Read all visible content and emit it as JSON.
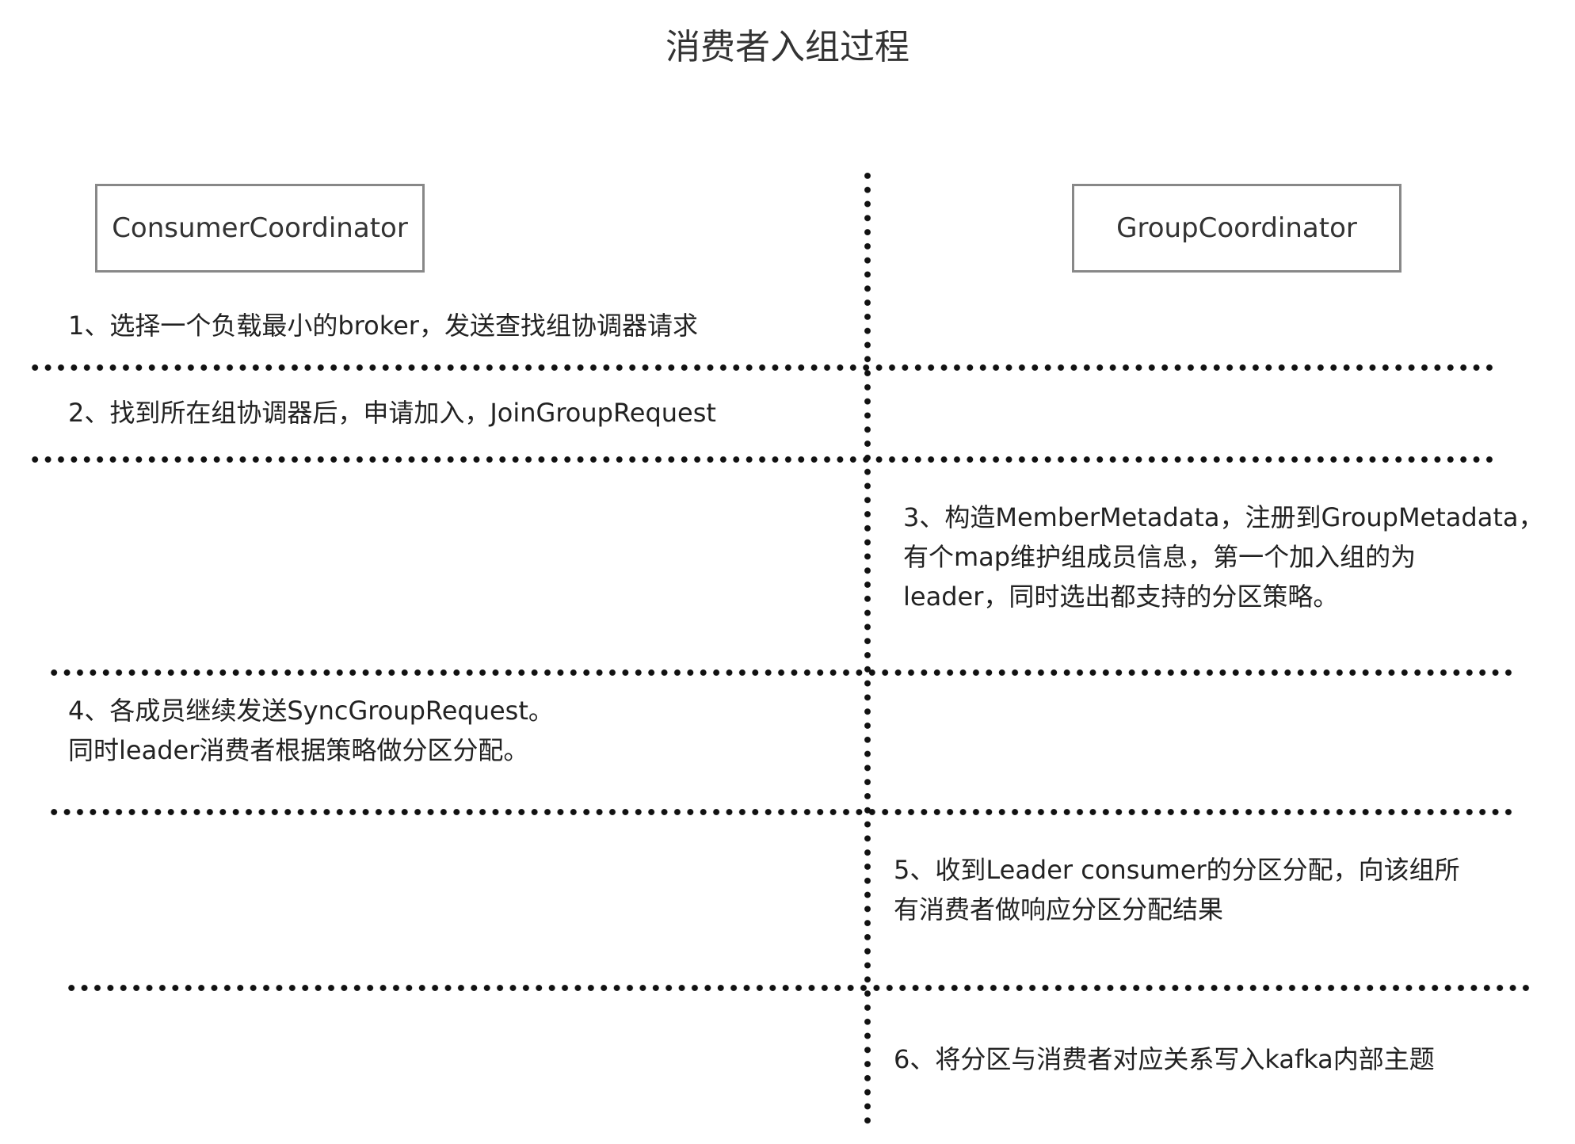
{
  "diagram": {
    "title": "消费者入组过程",
    "actors": {
      "left": "ConsumerCoordinator",
      "right": "GroupCoordinator"
    },
    "steps": [
      {
        "side": "left",
        "lines": [
          "1、选择一个负载最小的broker，发送查找组协调器请求"
        ]
      },
      {
        "side": "left",
        "lines": [
          "2、找到所在组协调器后，申请加入，JoinGroupRequest"
        ]
      },
      {
        "side": "right",
        "lines": [
          "3、构造MemberMetadata，注册到GroupMetadata，",
          "有个map维护组成员信息，第一个加入组的为",
          "leader，同时选出都支持的分区策略。"
        ]
      },
      {
        "side": "left",
        "lines": [
          "4、各成员继续发送SyncGroupRequest。",
          "同时leader消费者根据策略做分区分配。"
        ]
      },
      {
        "side": "right",
        "lines": [
          "5、收到Leader consumer的分区分配，向该组所",
          "有消费者做响应分区分配结果"
        ]
      },
      {
        "side": "right",
        "lines": [
          "6、将分区与消费者对应关系写入kafka内部主题"
        ]
      }
    ],
    "colors": {
      "text": "#222222",
      "box_border": "#888888",
      "dots": "#111111"
    }
  }
}
